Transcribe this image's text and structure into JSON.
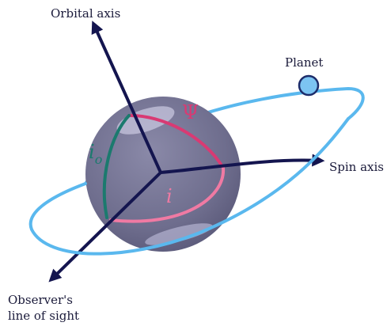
{
  "labels": {
    "orbital_axis": "Orbital axis",
    "planet": "Planet",
    "spin_axis": "Spin axis",
    "observer_line1": "Observer's",
    "observer_line2": "line of sight"
  },
  "symbols": {
    "psi": "Ψ",
    "i": "i",
    "i_o_base": "i",
    "i_o_sub": "o"
  },
  "colors": {
    "background": "#ffffff",
    "star": "#6e6d8d",
    "star_highlight": "#c7c5de",
    "axes": "#14154f",
    "orbit": "#5ab8ee",
    "planet_fill": "#7cc4f2",
    "planet_stroke": "#1d2c6a",
    "psi_arc": "#d93a73",
    "i_arc": "#f07aa3",
    "io_arc": "#1b7a6e",
    "text": "#1a1a3a"
  }
}
